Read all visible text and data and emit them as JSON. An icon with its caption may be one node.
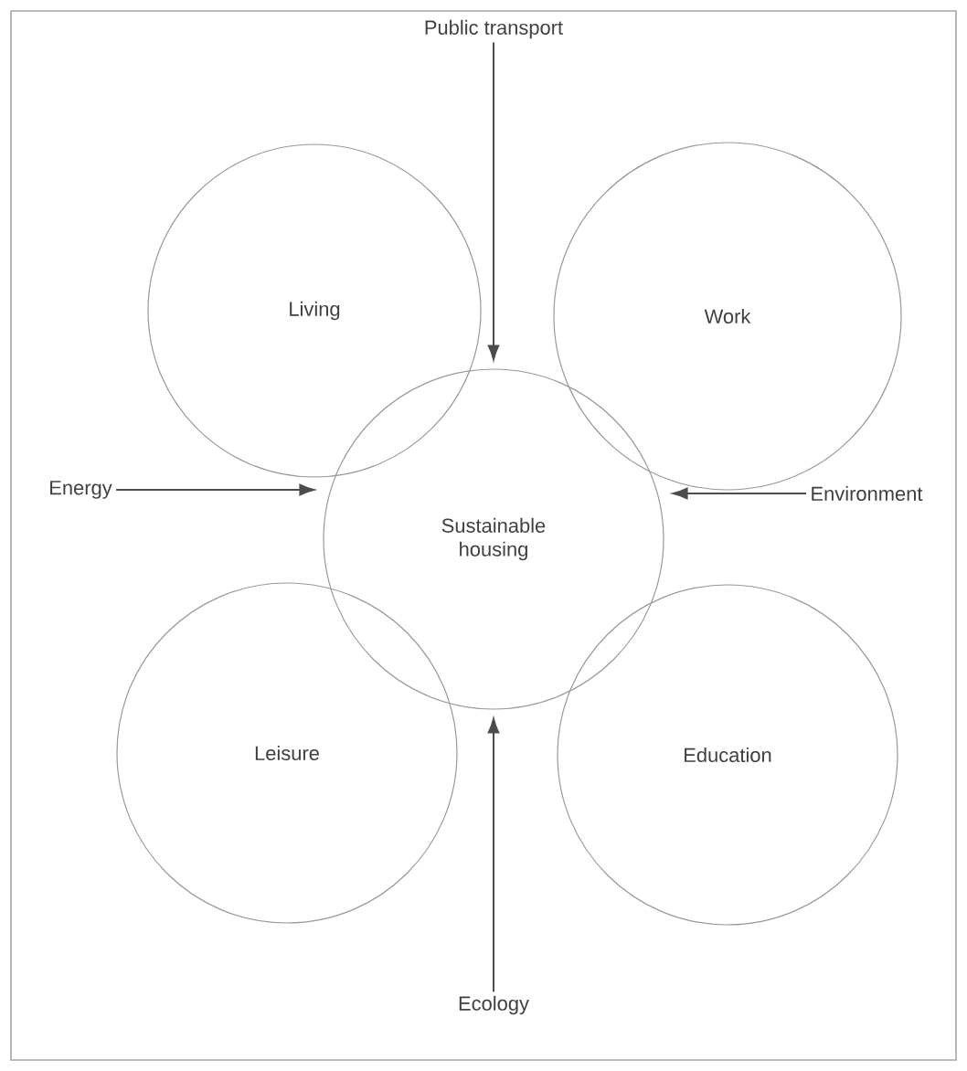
{
  "diagram": {
    "nodes": [
      {
        "text": [
          "Public transport"
        ]
      },
      {
        "text": [
          "Living"
        ]
      },
      {
        "text": [
          "Work"
        ]
      },
      {
        "text": [
          "Sustainable housing"
        ]
      },
      {
        "text": [
          "Energy"
        ]
      },
      {
        "text": [
          "Environment"
        ]
      },
      {
        "text": [
          "Leisure"
        ]
      },
      {
        "text": [
          "Education"
        ]
      },
      {
        "text": [
          "Ecology"
        ]
      }
    ],
    "edges": [
      {
        "from": 0,
        "to": 3,
        "arrow": "to"
      },
      {
        "from": 4,
        "to": 3,
        "arrow": "to"
      },
      {
        "from": 5,
        "to": 3,
        "arrow": "to"
      },
      {
        "from": 8,
        "to": 3,
        "arrow": "to"
      }
    ]
  }
}
